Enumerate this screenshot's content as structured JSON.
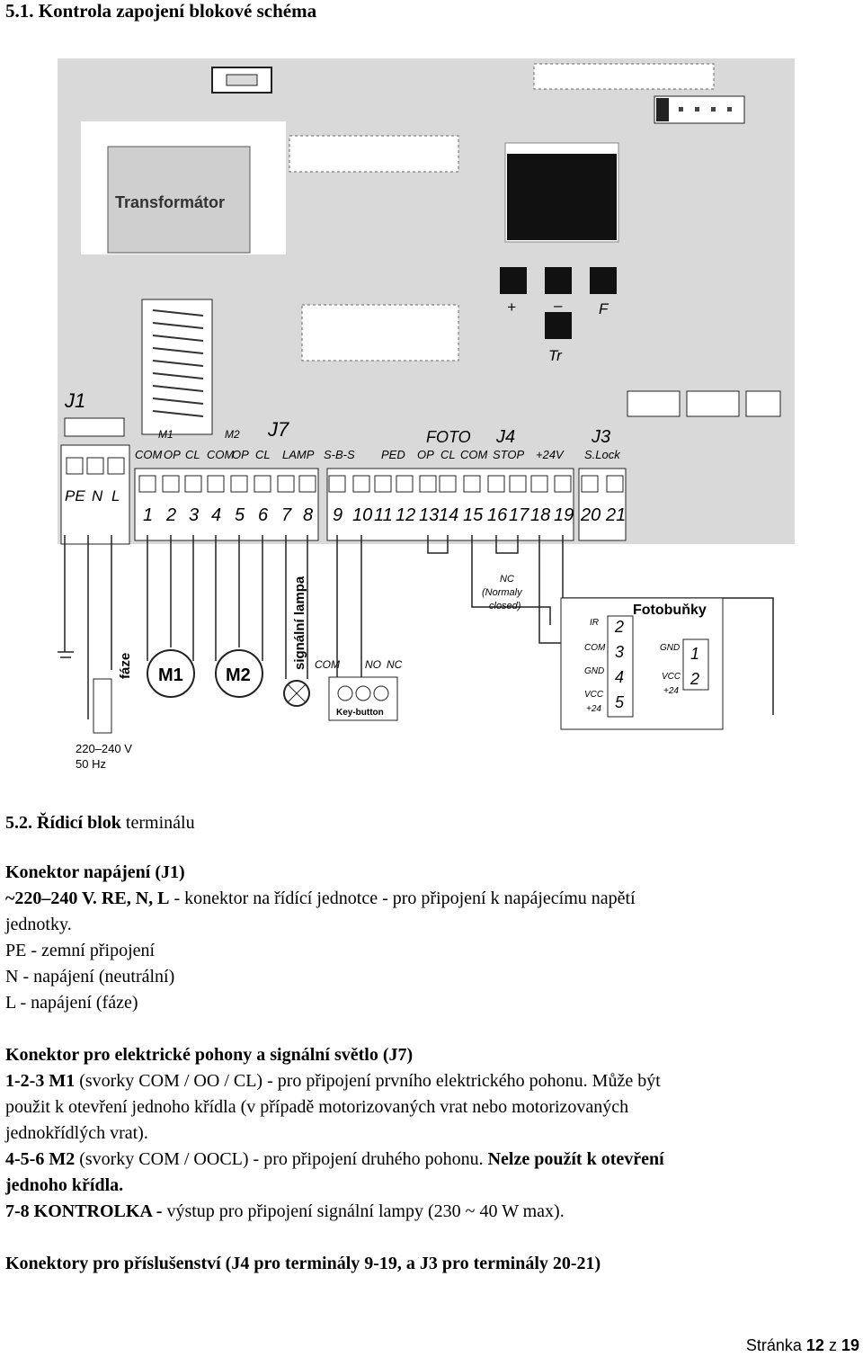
{
  "heading": "5.1. Kontrola zapojení blokové schéma",
  "diagram": {
    "transformer": "Transformátor",
    "j1": "J1",
    "j7": "J7",
    "j4": "J4",
    "j3": "J3",
    "j1_terms": [
      "PE",
      "N",
      "L"
    ],
    "m1": "M1",
    "m2": "M2",
    "labels_top": [
      "COM",
      "OP",
      "CL",
      "COM",
      "OP",
      "CL",
      "LAMP",
      "S-B-S",
      "PED",
      "OP",
      "CL",
      "COM",
      "STOP",
      "+24V",
      "S.Lock"
    ],
    "foto": "FOTO",
    "terminals": [
      "1",
      "2",
      "3",
      "4",
      "5",
      "6",
      "7",
      "8",
      "9",
      "10",
      "11",
      "12",
      "13",
      "14",
      "15",
      "16",
      "17",
      "18",
      "19",
      "20",
      "21"
    ],
    "btn_plus": "+",
    "btn_minus": "–",
    "btn_f": "F",
    "btn_tr": "Tr",
    "faze": "fáze",
    "voltage": "220–240 V",
    "freq": "50 Hz",
    "motor1": "M1",
    "motor2": "M2",
    "lamp": "signální lampa",
    "com": "COM",
    "no": "NO",
    "nc": "NC",
    "key_button": "Key-button",
    "nc_note1": "NC",
    "nc_note2": "(Normaly",
    "nc_note3": "closed)",
    "fotobunky": "Fotobuňky",
    "rx_labels": [
      "IR",
      "COM",
      "GND",
      "VCC",
      "+24"
    ],
    "rx_nums": [
      "2",
      "3",
      "4",
      "5"
    ],
    "tx_labels": [
      "GND",
      "VCC",
      "+24"
    ],
    "tx_nums": [
      "1",
      "2"
    ]
  },
  "section2": {
    "title_num": "5.2. ",
    "title_bold": "Řídicí blok",
    "title_rest": " terminálu",
    "p1_title": "Konektor napájení (J1)",
    "p1_line1_bold": "~220–240 V. RE, N, L",
    "p1_line1_rest": " - konektor na řídící jednotce - pro připojení k napájecímu napětí",
    "p1_line2": "jednotky.",
    "p1_pe": "PE - zemní připojení",
    "p1_n": "N - napájení (neutrální)",
    "p1_l": "L - napájení (fáze)",
    "p2_title": "Konektor pro elektrické pohony a signální světlo (J7)",
    "p2_a_bold": "1-2-3 M1",
    "p2_a_rest": " (svorky COM / OO / CL) - pro připojení prvního elektrického pohonu. Může být",
    "p2_a2": "použit k otevření jednoho křídla (v případě motorizovaných vrat nebo motorizovaných",
    "p2_a3": "jednokřídlých vrat).",
    "p2_b_bold": "4-5-6 M2",
    "p2_b_rest": " (svorky COM / OOCL) - pro připojení druhého pohonu. ",
    "p2_b_bold2": "Nelze použít k otevření",
    "p2_b2": "jednoho křídla.",
    "p2_c_bold": "7-8 KONTROLKA -",
    "p2_c_rest": " výstup pro připojení signální lampy (230 ~ 40 W max).",
    "p3_title": "Konektory pro příslušenství (J4 pro terminály 9-19, a J3 pro terminály 20-21)"
  },
  "footer": {
    "text": "Stránka ",
    "page": "12",
    "mid": " z ",
    "total": "19"
  }
}
